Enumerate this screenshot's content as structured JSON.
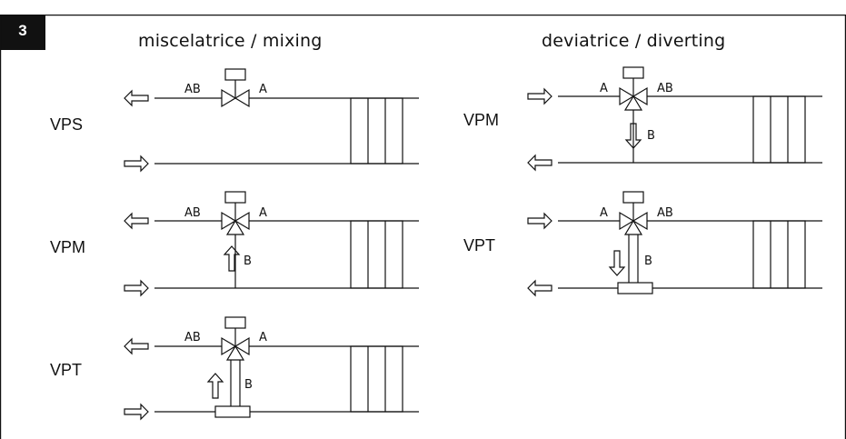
{
  "figure": {
    "number": "3",
    "heading_mixing": "miscelatrice / mixing",
    "heading_diverting": "deviatrice / diverting"
  },
  "mixing": {
    "vps": {
      "label": "VPS",
      "port_ab": "AB",
      "port_a": "A"
    },
    "vpm": {
      "label": "VPM",
      "port_ab": "AB",
      "port_a": "A",
      "port_b": "B"
    },
    "vpt": {
      "label": "VPT",
      "port_ab": "AB",
      "port_a": "A",
      "port_b": "B"
    }
  },
  "diverting": {
    "vpm": {
      "label": "VPM",
      "port_a": "A",
      "port_ab": "AB",
      "port_b": "B"
    },
    "vpt": {
      "label": "VPT",
      "port_a": "A",
      "port_ab": "AB",
      "port_b": "B"
    }
  },
  "colors": {
    "line": "#111111",
    "background": "#ffffff",
    "badge": "#111111"
  }
}
